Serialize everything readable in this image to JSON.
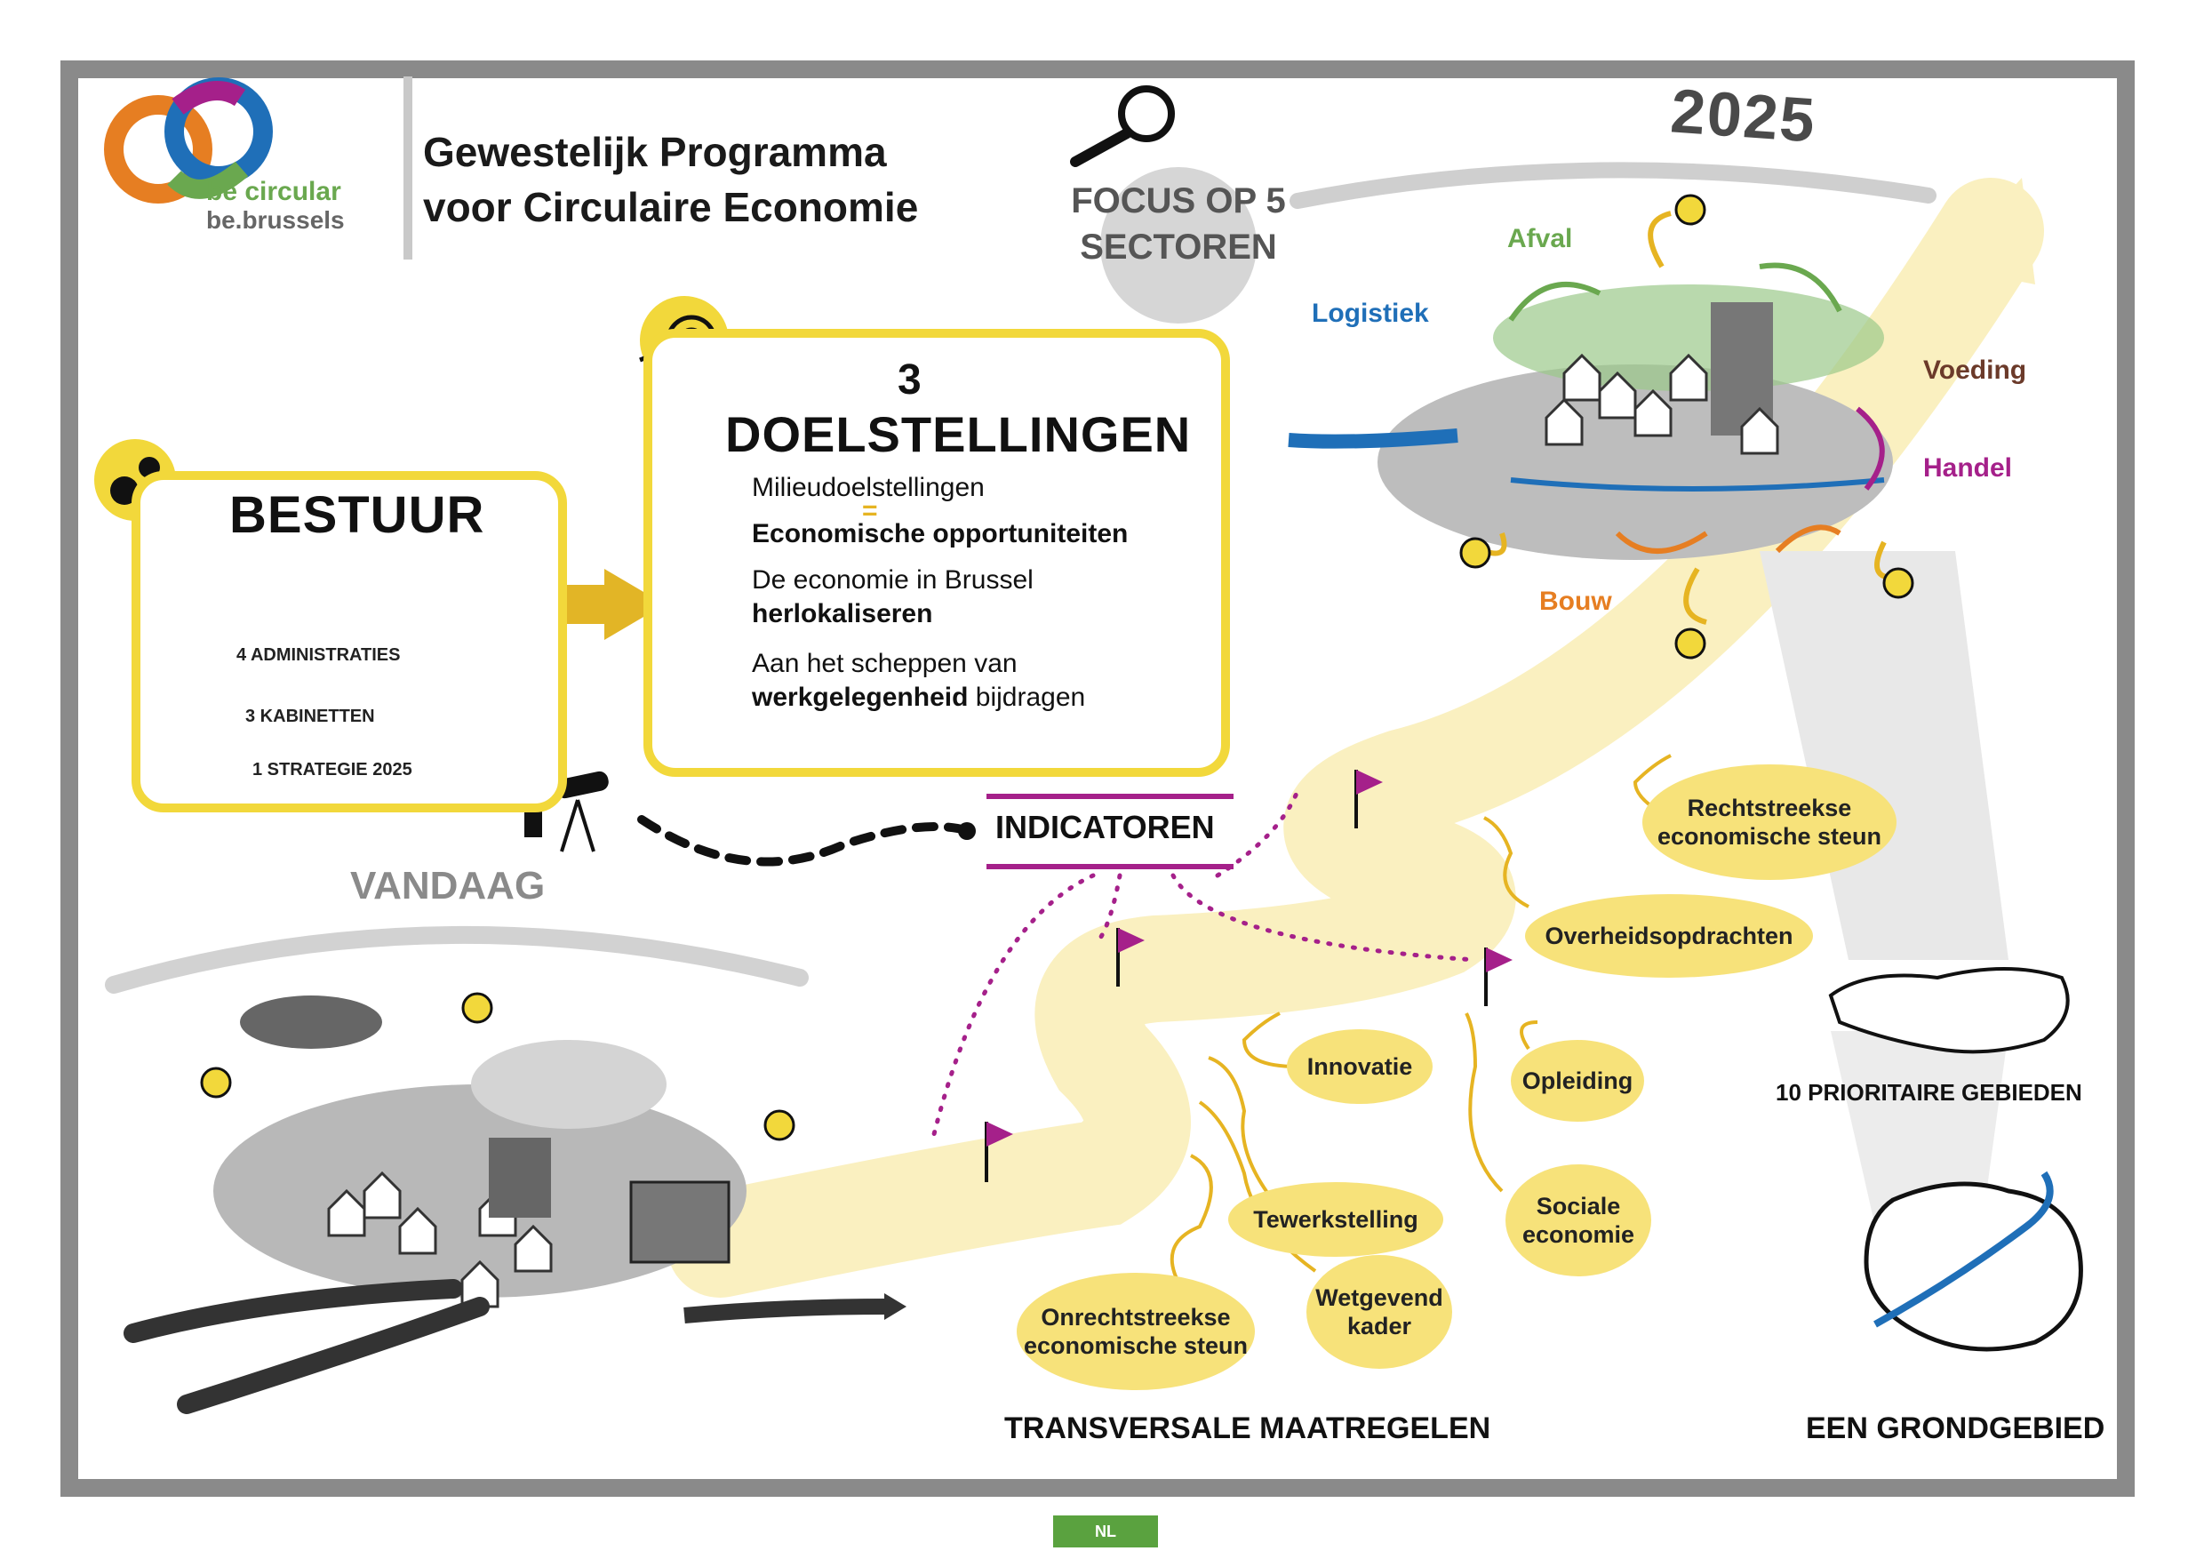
{
  "logo": {
    "line1": "be circular",
    "line2": "be.brussels"
  },
  "title": {
    "line1": "Gewestelijk Programma",
    "line2": "voor Circulaire Economie"
  },
  "year": "2025",
  "focus": {
    "line1": "FOCUS OP 5",
    "line2": "SECTOREN"
  },
  "sectors": {
    "logistiek": "Logistiek",
    "afval": "Afval",
    "voeding": "Voeding",
    "handel": "Handel",
    "bouw": "Bouw"
  },
  "bestuur": {
    "heading": "BESTUUR",
    "items": [
      "4 ADMINISTRATIES",
      "3 KABINETTEN",
      "1 STRATEGIE 2025"
    ]
  },
  "doelstellingen": {
    "number": "3",
    "heading": "DOELSTELLINGEN",
    "goal1_line1": "Milieudoelstellingen",
    "goal1_eq": "=",
    "goal1_line2": "Economische opportuniteiten",
    "goal2_line1": "De economie in Brussel",
    "goal2_line2": "herlokaliseren",
    "goal3_line1": "Aan het scheppen van",
    "goal3_bold": "werkgelegenheid",
    "goal3_rest": " bijdragen"
  },
  "indicatoren": "INDICATOREN",
  "vandaag": "VANDAAG",
  "measures": {
    "rechtstreekse": {
      "line1": "Rechtstreekse",
      "line2": "economische steun"
    },
    "overheidsopdrachten": "Overheidsopdrachten",
    "innovatie": "Innovatie",
    "opleiding": "Opleiding",
    "tewerkstelling": "Tewerkstelling",
    "sociale": {
      "line1": "Sociale",
      "line2": "economie"
    },
    "onrechtstreekse": {
      "line1": "Onrechtstreekse",
      "line2": "economische steun"
    },
    "wetgevend": {
      "line1": "Wetgevend",
      "line2": "kader"
    }
  },
  "transversale": "TRANSVERSALE MAATREGELEN",
  "prioritaire": "10 PRIORITAIRE GEBIEDEN",
  "grondgebied": "EEN GRONDGEBIED",
  "language_badge": "NL",
  "colors": {
    "frame": "#8a8a8a",
    "yellow": "#f2d83b",
    "magenta": "#a5208a",
    "blue": "#1f6fb8",
    "green": "#6aa84f",
    "orange": "#e67e22",
    "brown": "#6b3a2a"
  }
}
